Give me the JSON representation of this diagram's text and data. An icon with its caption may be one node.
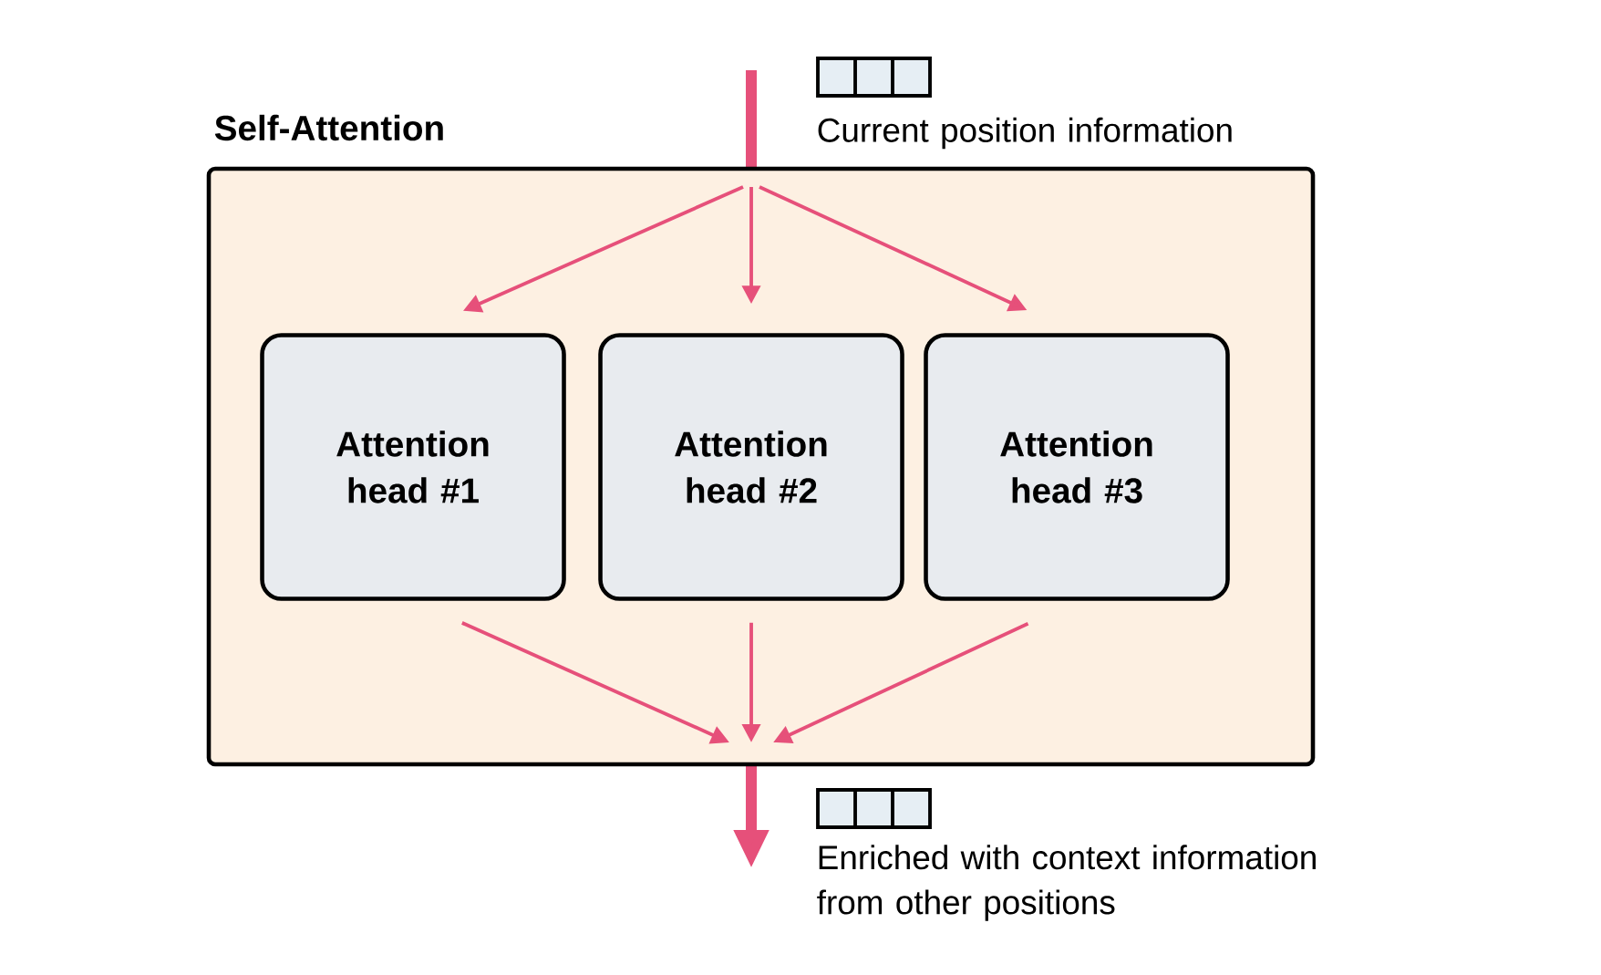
{
  "diagram": {
    "nodes": [
      {
        "text": [
          "Self-Attention"
        ]
      },
      {
        "text": [
          "Attention head #1"
        ],
        "in": 0
      },
      {
        "text": [
          "Attention head #2"
        ],
        "in": 0
      },
      {
        "text": [
          "Attention head #3"
        ],
        "in": 0
      }
    ],
    "edges": [
      {
        "from": null,
        "to": 1,
        "arrow": "to"
      },
      {
        "from": null,
        "to": 2,
        "arrow": "to"
      },
      {
        "from": null,
        "to": 3,
        "arrow": "to"
      },
      {
        "from": 1,
        "to": null,
        "arrow": "to"
      },
      {
        "from": 2,
        "to": null,
        "arrow": "to"
      },
      {
        "from": 3,
        "to": null,
        "arrow": "to"
      }
    ],
    "labels": [
      "Current position information",
      "Enriched with context information from other positions"
    ]
  }
}
